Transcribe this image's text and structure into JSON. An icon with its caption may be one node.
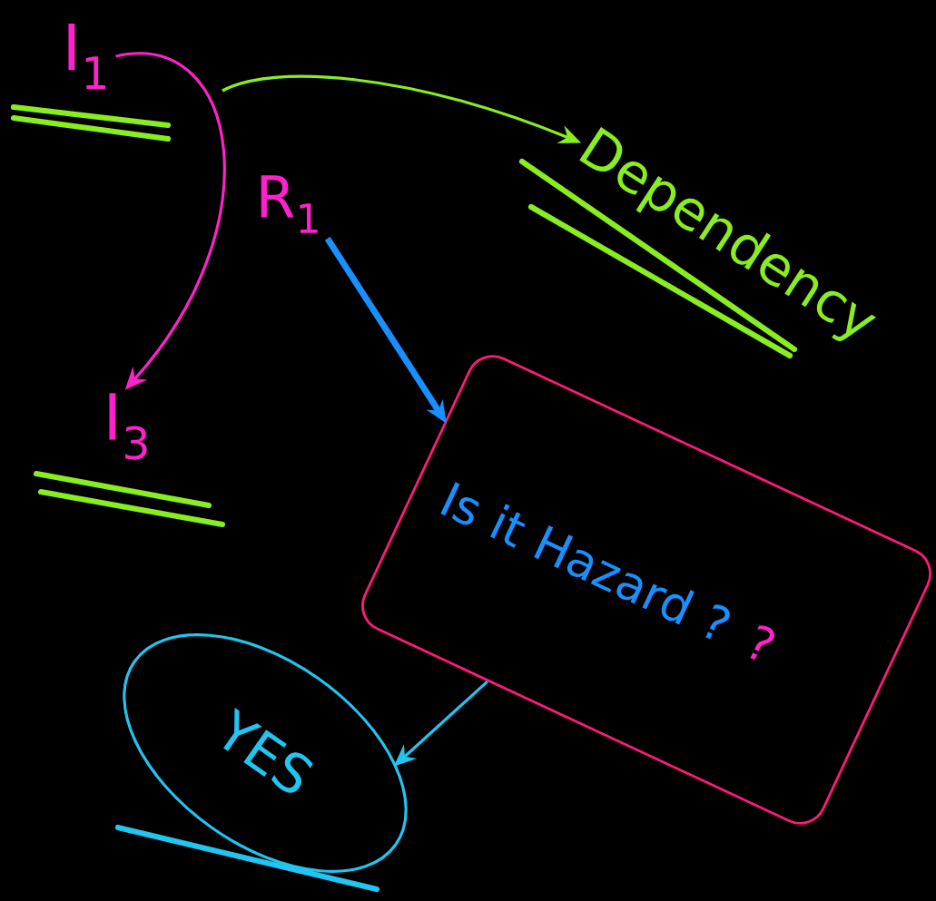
{
  "diagram": {
    "nodes": [
      {
        "text": [
          "I$_{1}$"
        ]
      },
      {
        "text": [
          "I$_{3}$"
        ]
      },
      {
        "text": [
          "R$_{1}$"
        ]
      },
      {
        "text": [
          "Dependency"
        ]
      },
      {
        "text": [
          "Is it Hazard ?",
          "?"
        ]
      },
      {
        "text": [
          "YES"
        ]
      }
    ],
    "edges": [
      {
        "from": 0,
        "to": 1,
        "arrow": "to",
        "color": "#ff22cc"
      },
      {
        "from": null,
        "to": 3,
        "arrow": "to",
        "color": "#88ee22"
      },
      {
        "from": 2,
        "to": 4,
        "arrow": "to",
        "style": "thick",
        "color": "#1a8fff"
      },
      {
        "from": 4,
        "to": 5,
        "arrow": "to",
        "color": "#22c4f0"
      }
    ]
  }
}
